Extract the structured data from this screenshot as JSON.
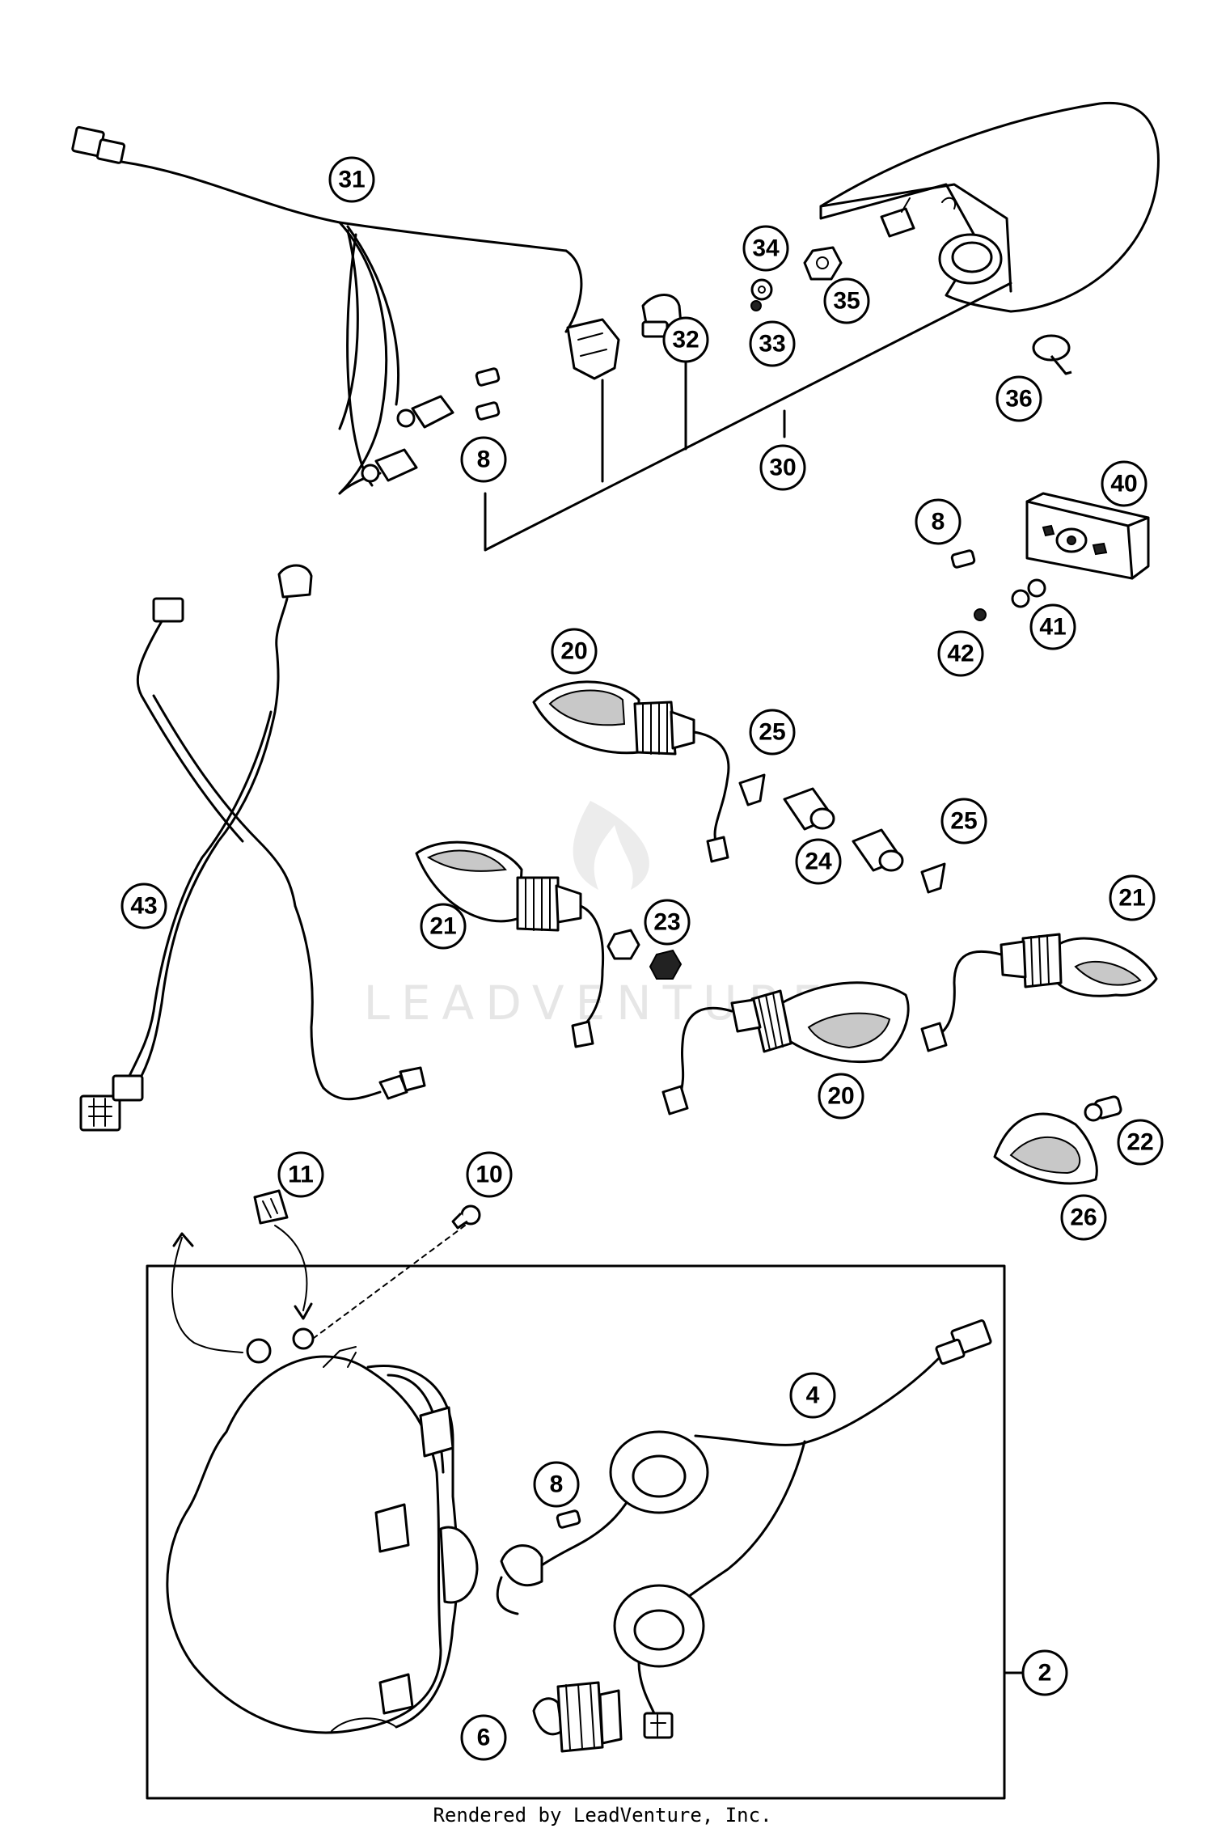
{
  "callouts": [
    "31",
    "34",
    "35",
    "32",
    "33",
    "36",
    "8",
    "30",
    "40",
    "8",
    "41",
    "42",
    "20",
    "25",
    "24",
    "25",
    "21",
    "23",
    "43",
    "21",
    "20",
    "22",
    "26",
    "11",
    "10",
    "4",
    "8",
    "2",
    "6"
  ],
  "watermark": "LEADVENTURE",
  "footer": "Rendered by LeadVenture, Inc."
}
